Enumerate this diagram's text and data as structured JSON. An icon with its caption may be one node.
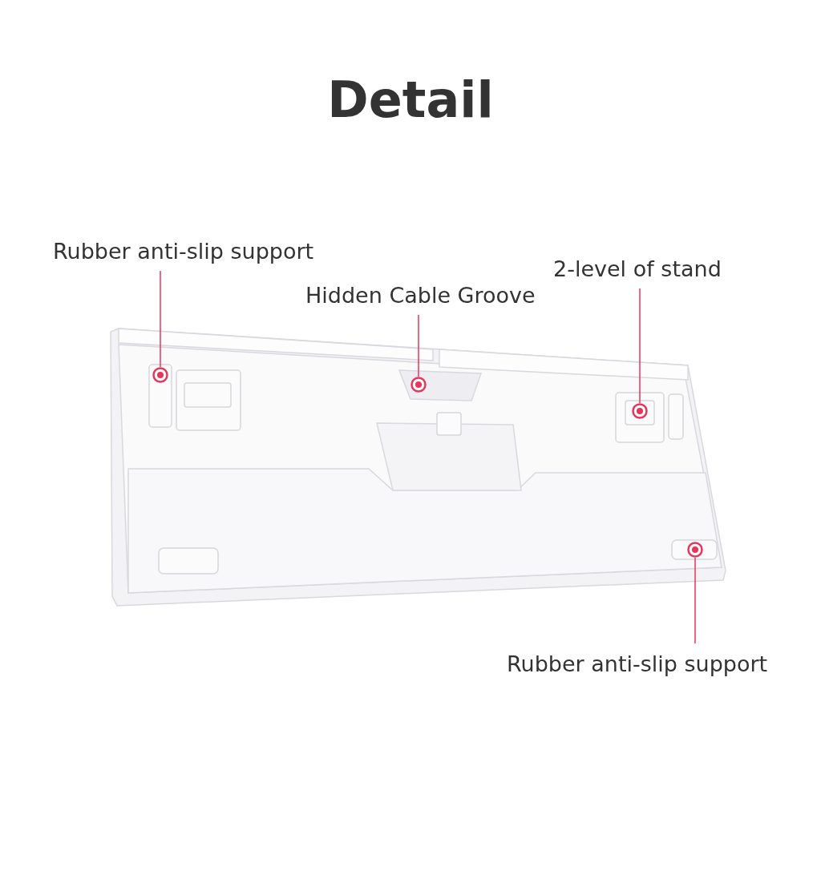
{
  "diagram": {
    "title": "Detail",
    "nodes": [
      {
        "text": [
          "Rubber anti-slip support"
        ]
      },
      {
        "text": [
          "Hidden Cable Groove"
        ]
      },
      {
        "text": [
          "2-level of stand"
        ]
      },
      {
        "text": [
          "Rubber anti-slip support"
        ]
      },
      {
        "text": [],
        "shape": "circle"
      },
      {
        "text": [],
        "shape": "circle"
      },
      {
        "text": [],
        "shape": "circle"
      },
      {
        "text": [],
        "shape": "circle"
      }
    ],
    "edges": [
      {
        "from": 0,
        "to": 4,
        "arrow": "none"
      },
      {
        "from": 1,
        "to": 5,
        "arrow": "none"
      },
      {
        "from": 2,
        "to": 6,
        "arrow": "none"
      },
      {
        "from": 3,
        "to": 7,
        "arrow": "none"
      }
    ]
  }
}
